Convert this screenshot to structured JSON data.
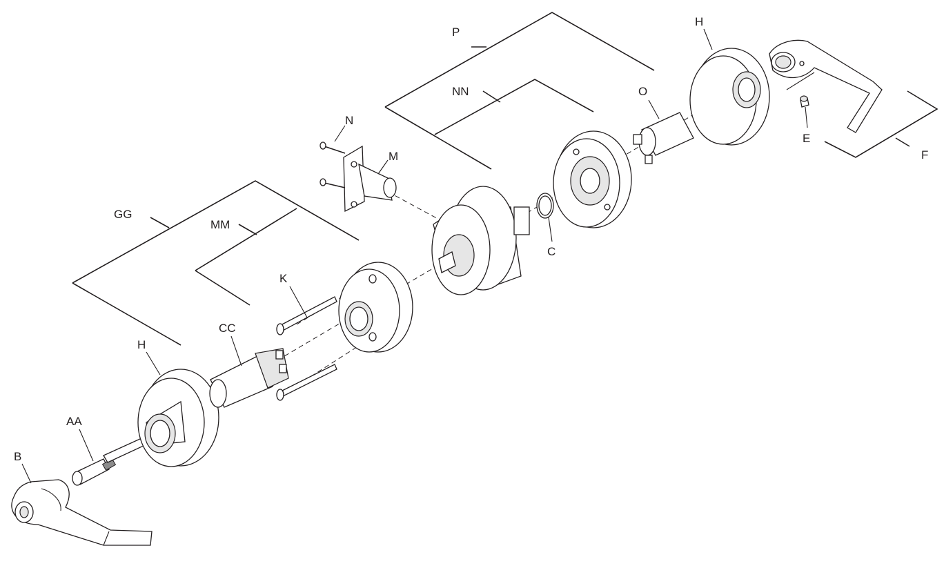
{
  "labels": {
    "p": "P",
    "nn": "NN",
    "h_top": "H",
    "e": "E",
    "f": "F",
    "o": "O",
    "n": "N",
    "m": "M",
    "c": "C",
    "gg": "GG",
    "mm": "MM",
    "k": "K",
    "cc": "CC",
    "h_bottom": "H",
    "aa": "AA",
    "b": "B"
  },
  "colors": {
    "line": "#231f20",
    "background": "#ffffff"
  }
}
